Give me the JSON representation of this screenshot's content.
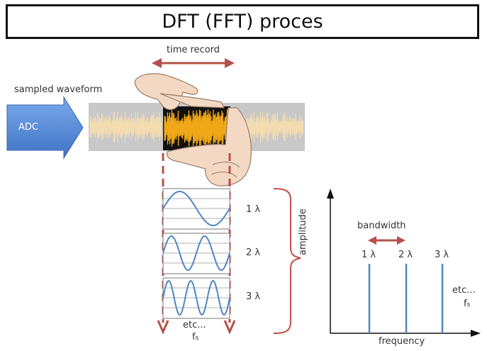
{
  "title": "DFT (FFT) proces",
  "labels": {
    "time_record": "time record",
    "sampled_waveform": "sampled waveform",
    "adc": "ADC",
    "wave_1": "1 λ",
    "wave_2": "2 λ",
    "wave_3": "3 λ",
    "etc_left": "etc...",
    "fs_left_f": "f",
    "fs_left_sub": "s",
    "bandwidth": "bandwidth",
    "amplitude": "amplitude",
    "frequency": "frequency",
    "spec_1": "1 λ",
    "spec_2": "2 λ",
    "spec_3": "3 λ",
    "etc_right": "etc...",
    "fs_right_f": "f",
    "fs_right_sub": "s"
  },
  "colors": {
    "arrow_red": "#b5504a",
    "adc_blue": "#4f86d6",
    "wave_blue": "#4f86c6",
    "waveform_orange": "#f0a818",
    "band_gray": "#c8c8c8",
    "bracket_red": "#c0504d"
  },
  "icons": {
    "hands": "framing-hands-icon"
  }
}
